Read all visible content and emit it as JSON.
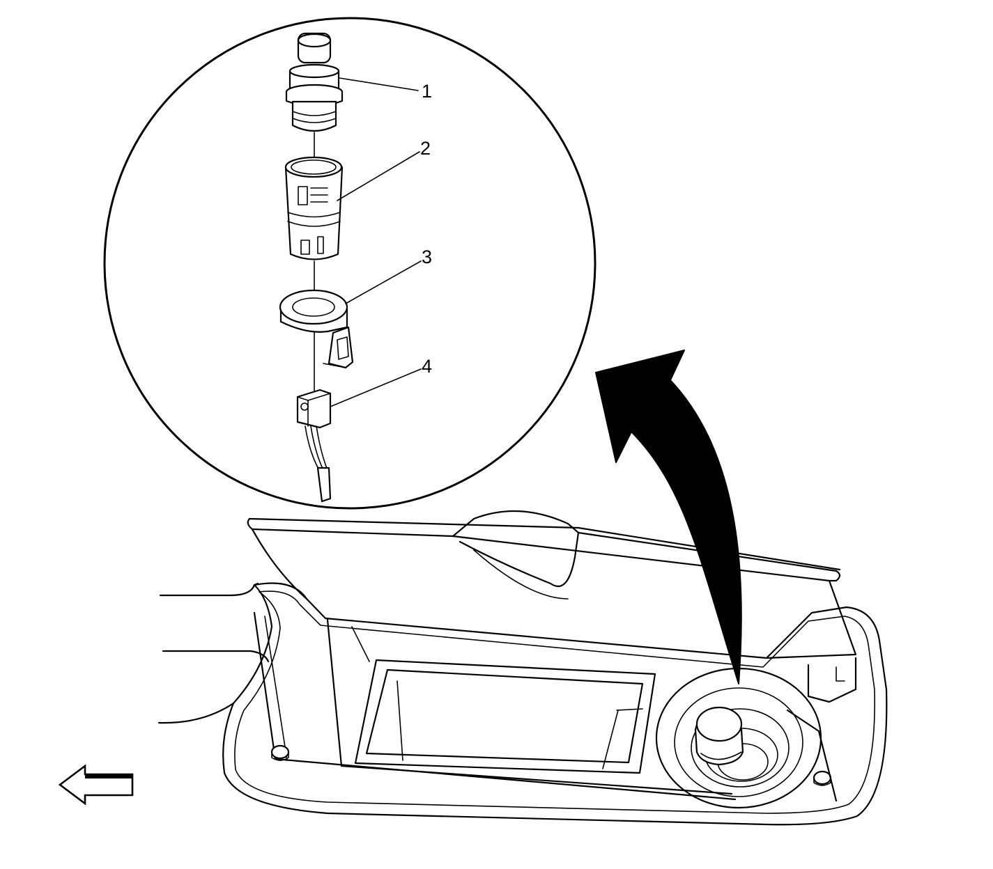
{
  "callouts": [
    {
      "label": "1",
      "part": "lighter-element"
    },
    {
      "label": "2",
      "part": "lighter-housing"
    },
    {
      "label": "3",
      "part": "lighter-bezel"
    },
    {
      "label": "4",
      "part": "electrical-connector"
    }
  ],
  "icons": {
    "direction_arrow": "forward-arrow-icon",
    "removal_arrow": "curved-arrow-icon"
  },
  "colors": {
    "line": "#000000",
    "background": "#ffffff"
  }
}
